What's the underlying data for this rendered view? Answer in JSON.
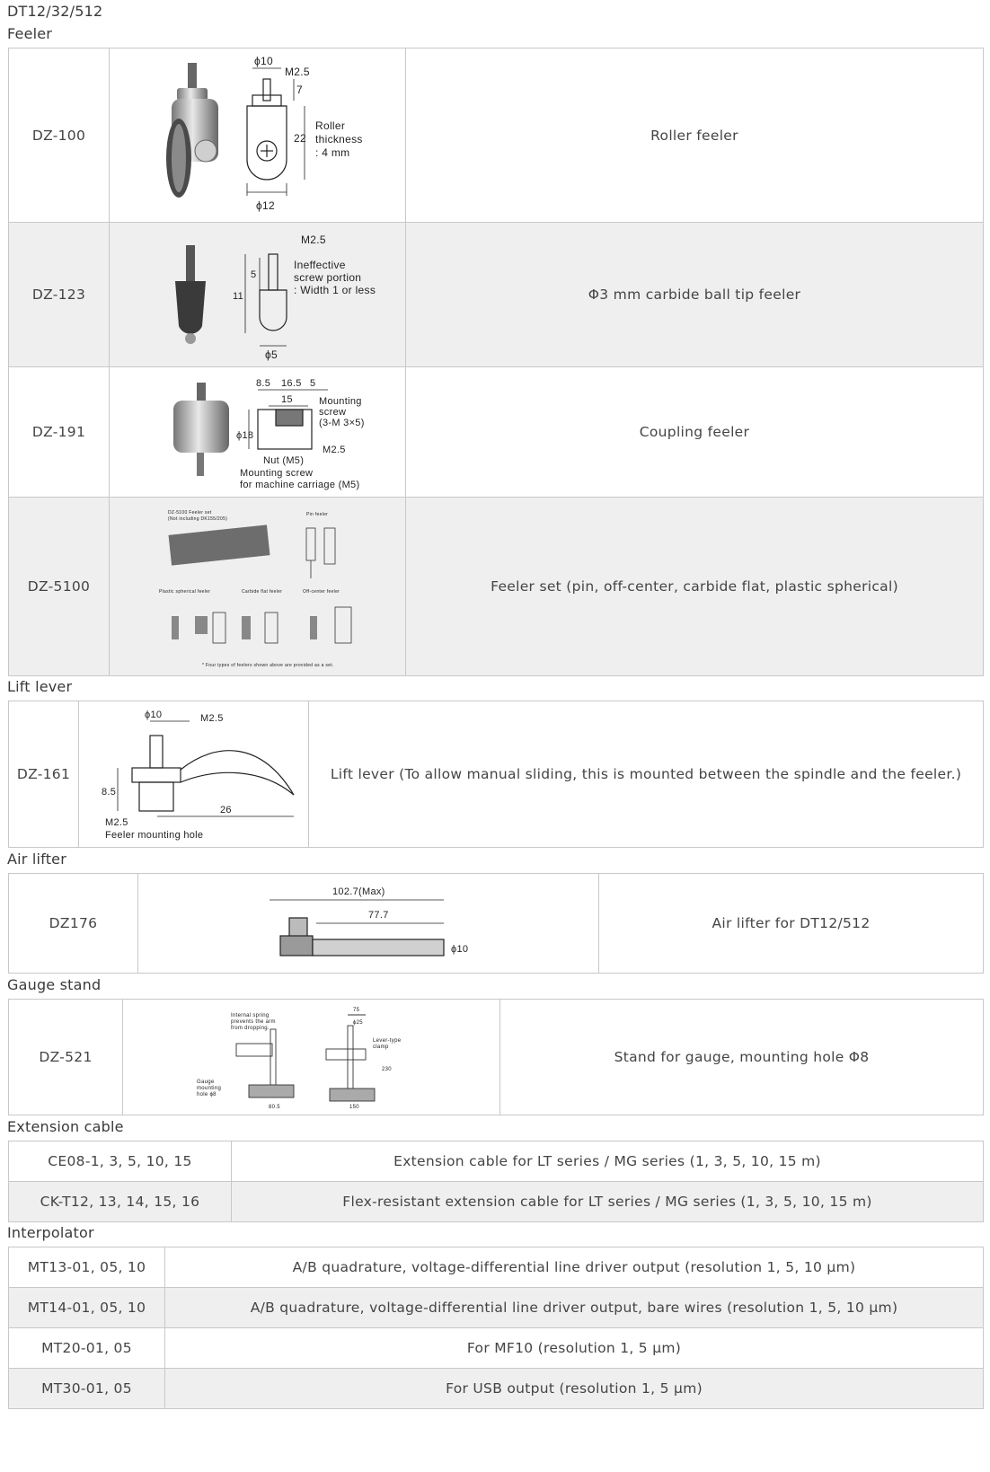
{
  "page_title": "DT12/32/512",
  "sections": {
    "feeler": {
      "heading": "Feeler",
      "rows": [
        {
          "code": "DZ-100",
          "desc": "Roller feeler",
          "fig": {
            "phi10": "ϕ10",
            "m25": "M2.5",
            "seven": "7",
            "twentytwo": "22",
            "note1": "Roller",
            "note2": "thickness",
            "note3": ": 4 mm",
            "phi12": "ϕ12"
          }
        },
        {
          "code": "DZ-123",
          "desc": "Φ3 mm carbide ball tip feeler",
          "fig": {
            "m25": "M2.5",
            "note1": "Ineffective",
            "note2": "screw portion",
            "note3": ": Width 1 or less",
            "five": "5",
            "eleven": "11",
            "phi5": "ϕ5"
          }
        },
        {
          "code": "DZ-191",
          "desc": "Coupling feeler",
          "fig": {
            "d85": "8.5",
            "d165": "16.5",
            "d5": "5",
            "d15": "15",
            "phi18": "ϕ18",
            "note1": "Mounting",
            "note2": "screw",
            "note3": "(3-M 3×5)",
            "m25": "M2.5",
            "nut": "Nut (M5)",
            "note4": "Mounting screw",
            "note5": "for machine carriage (M5)"
          }
        },
        {
          "code": "DZ-5100",
          "desc": "Feeler set (pin, off-center, carbide flat, plastic spherical)",
          "fig": {
            "t1": "DZ-5100 Feeler set",
            "t2": "(Not including DK155/205)",
            "t3": "Pin feeler",
            "t4": "Plastic spherical feeler",
            "t5": "Carbide flat feeler",
            "t6": "Off-center feeler",
            "t7": "* Four types of feelers shown above are provided as a set."
          }
        }
      ]
    },
    "lift_lever": {
      "heading": "Lift lever",
      "rows": [
        {
          "code": "DZ-161",
          "desc": "Lift lever (To allow manual sliding, this is mounted between the spindle and the feeler.)",
          "fig": {
            "phi10": "ϕ10",
            "m25": "M2.5",
            "d85": "8.5",
            "d26": "26",
            "m25b": "M2.5",
            "note": "Feeler mounting hole"
          }
        }
      ]
    },
    "air_lifter": {
      "heading": "Air lifter",
      "rows": [
        {
          "code": "DZ176",
          "desc": "Air lifter for DT12/512",
          "fig": {
            "max": "102.7(Max)",
            "d777": "77.7",
            "phi10": "ϕ10"
          }
        }
      ]
    },
    "gauge_stand": {
      "heading": "Gauge stand",
      "rows": [
        {
          "code": "DZ-521",
          "desc": "Stand for gauge, mounting hole Φ8",
          "fig": {
            "n1": "Internal spring",
            "n2": "prevents the arm",
            "n3": "from dropping.",
            "n4": "Gauge",
            "n5": "mounting",
            "n6": "hole ϕ8",
            "n7": "Lever-type",
            "n8": "clamp",
            "d75": "75",
            "phi25": "ϕ25",
            "d230": "230",
            "d150": "150",
            "d80": "80.5"
          }
        }
      ]
    },
    "extension_cable": {
      "heading": "Extension cable",
      "rows": [
        {
          "code": "CE08-1, 3, 5, 10, 15",
          "desc": "Extension cable for LT series / MG series (1, 3, 5, 10, 15 m)"
        },
        {
          "code": "CK-T12, 13, 14, 15, 16",
          "desc": "Flex-resistant extension cable for LT series / MG series (1, 3, 5, 10, 15 m)"
        }
      ]
    },
    "interpolator": {
      "heading": "Interpolator",
      "rows": [
        {
          "code": "MT13-01, 05, 10",
          "desc": "A/B quadrature, voltage-differential line driver output (resolution 1, 5, 10 μm)"
        },
        {
          "code": "MT14-01, 05, 10",
          "desc": "A/B quadrature, voltage-differential line driver output, bare wires (resolution 1, 5, 10 μm)"
        },
        {
          "code": "MT20-01, 05",
          "desc": "For MF10 (resolution 1, 5 μm)"
        },
        {
          "code": "MT30-01, 05",
          "desc": "For USB output (resolution 1, 5 μm)"
        }
      ]
    }
  }
}
